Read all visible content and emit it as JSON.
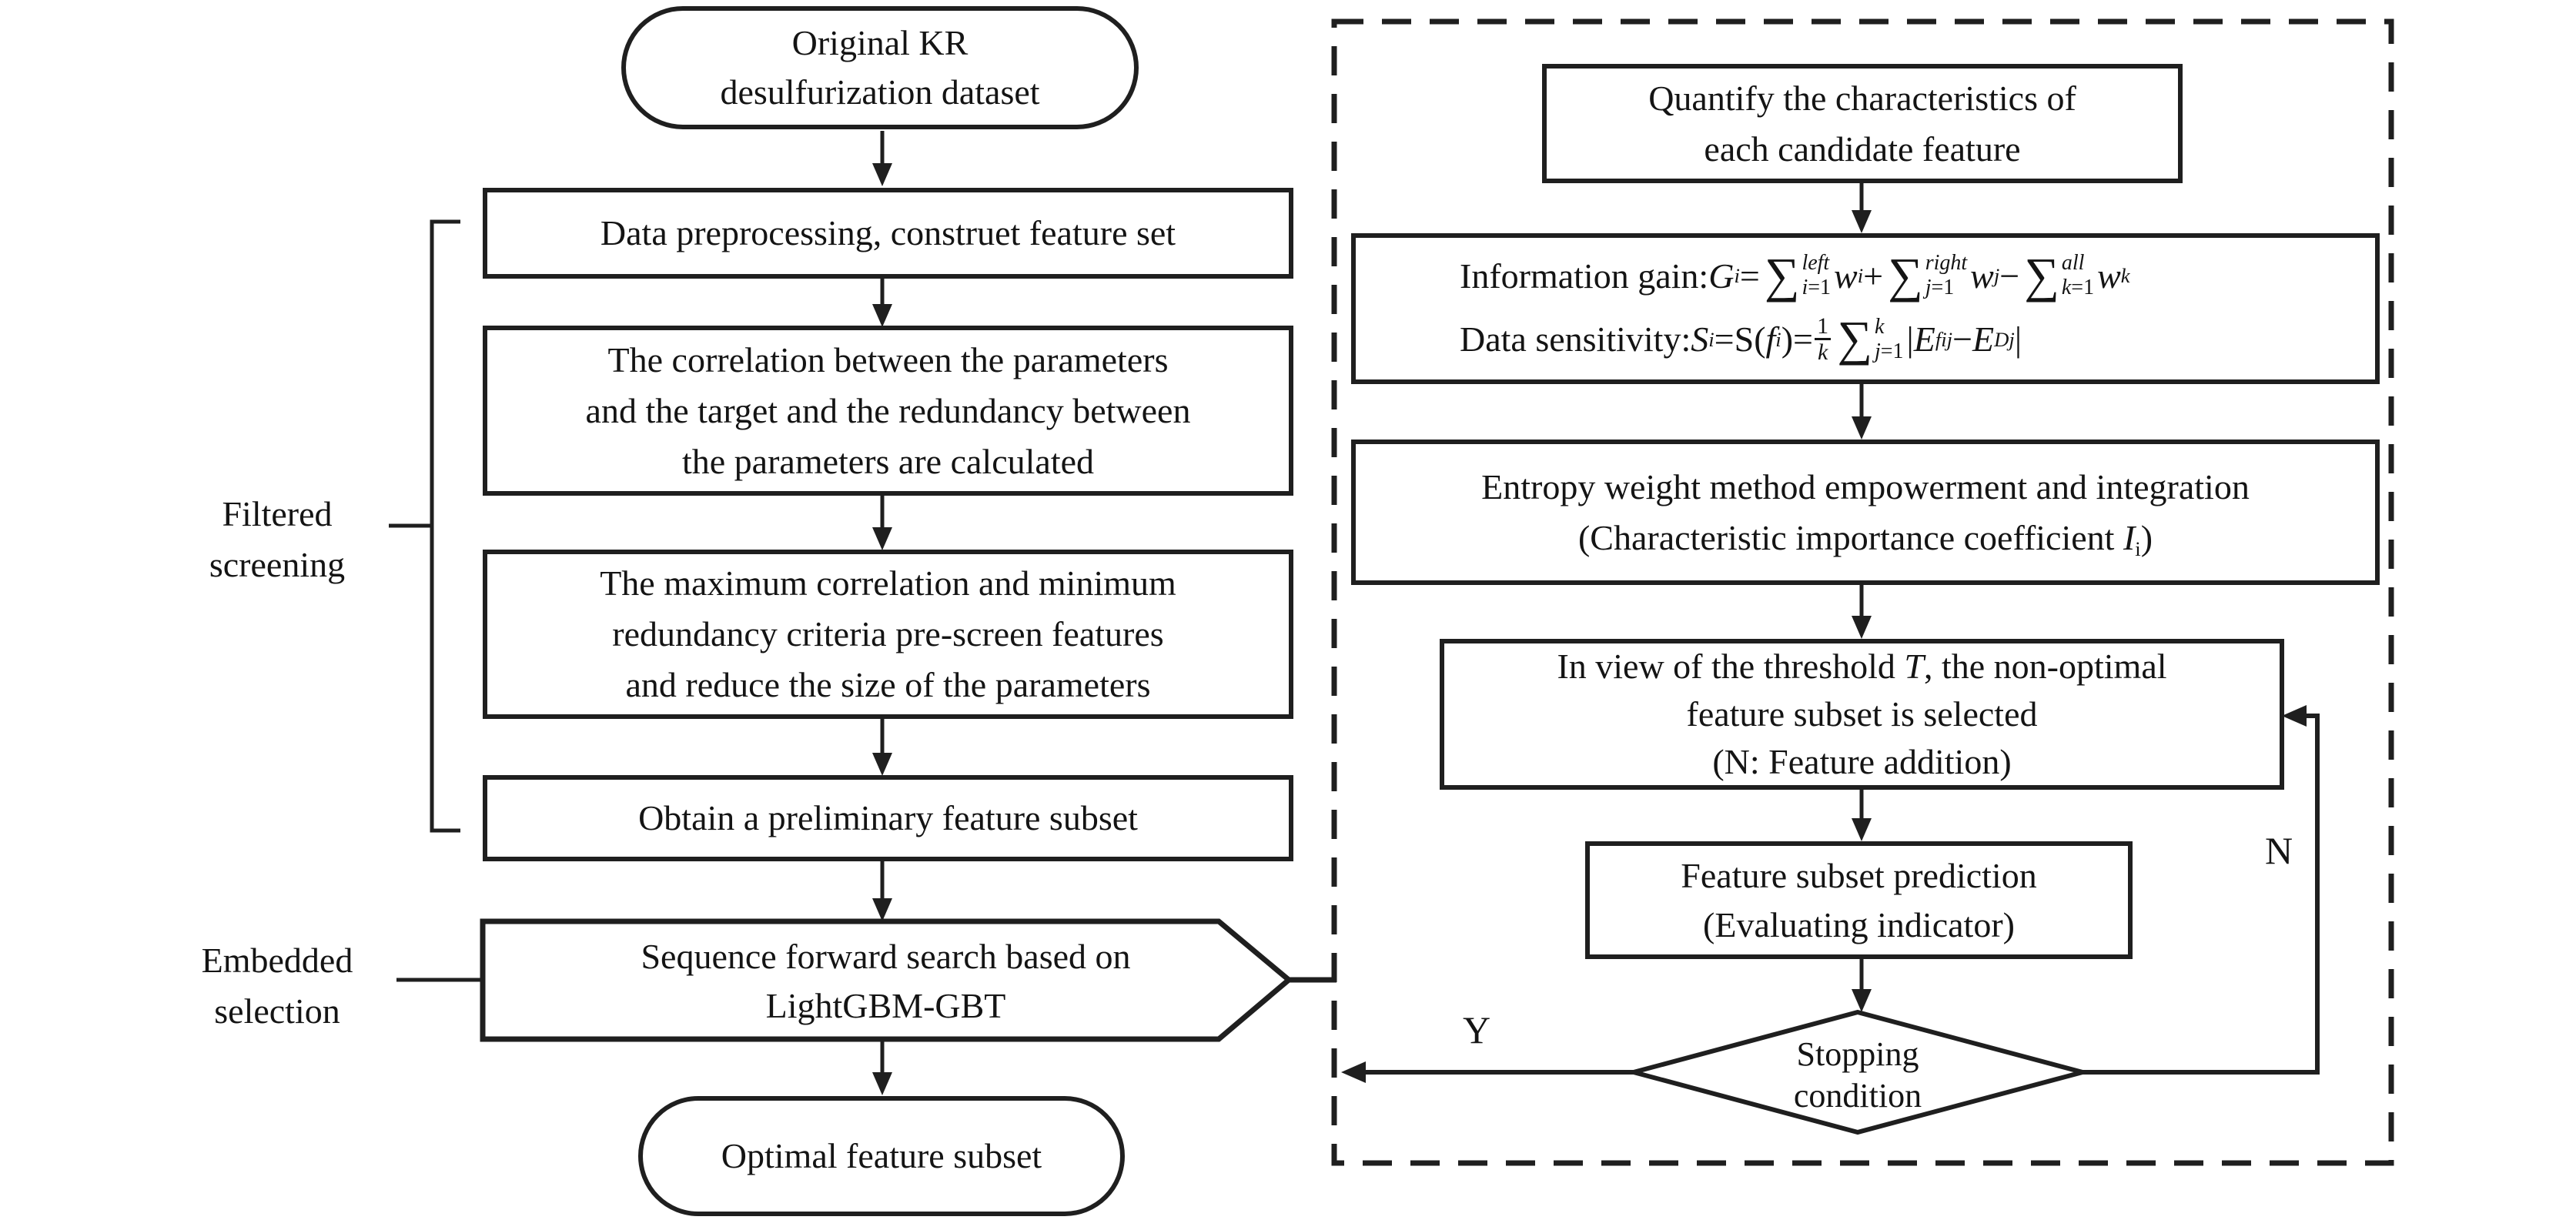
{
  "labels": {
    "filtered": "Filtered\nscreening",
    "embedded": "Embedded\nselection",
    "yes": "Y",
    "no": "N"
  },
  "left_flow": {
    "start_oval": "Original KR\ndesulfurization dataset",
    "preprocess_box": "Data preprocessing, construet feature set",
    "correlation_box": "The correlation between the parameters\nand the target and the redundancy between\nthe parameters are calculated",
    "mrmr_box": "The maximum correlation and minimum\nredundancy criteria pre-screen features\nand reduce the size of the parameters",
    "preliminary_box": "Obtain a preliminary feature subset",
    "sfs_pentagon": "Sequence forward search based on\nLightGBM-GBT",
    "end_oval": "Optimal feature subset"
  },
  "right_flow": {
    "quantify_box": "Quantify the characteristics of\neach candidate feature",
    "info_gain_html": "Information gain:<i>G</i><sub><i>i</i></sub>=<span class='sum'><span class='sg'>∑</span><span class='lim'><span><i>left</i></span><span><i>i</i>=1</span></span></span><i>w</i><sub><i>i</i></sub>+<span class='sum'><span class='sg'>∑</span><span class='lim'><span><i>right</i></span><span><i>j</i>=1</span></span></span><i>w</i><sub><i>j</i></sub>−<span class='sum'><span class='sg'>∑</span><span class='lim'><span><i>all</i></span><span><i>k</i>=1</span></span></span><i>w</i><sub><i>k</i></sub>",
    "data_sensitivity_html": "Data sensitivity:<i>S</i><sub><i>i</i></sub>=S(<i>f</i><sub><i>i</i></sub>)=<span class='frac'><span>1</span><span class='fd'><i>k</i></span></span><span class='sum'><span class='sg'>∑</span><span class='lim'><span><i>k</i></span><span><i>j</i>=1</span></span></span>|<i>E</i><sub><i>fij</i></sub>−<i>E</i><sub><i>Dj</i></sub>|",
    "entropy_line1": "Entropy weight method empowerment and integration",
    "entropy_line2_html": "(Characteristic importance coefficient <i>I</i><sub>i</sub>)",
    "threshold_line1_html": "In view of the threshold <i>T</i>, the non-optimal",
    "threshold_line2": "feature subset is selected",
    "threshold_line3": "(N: Feature addition)",
    "prediction_box": "Feature subset prediction\n(Evaluating indicator)",
    "stopping_diamond": "Stopping\ncondition"
  }
}
